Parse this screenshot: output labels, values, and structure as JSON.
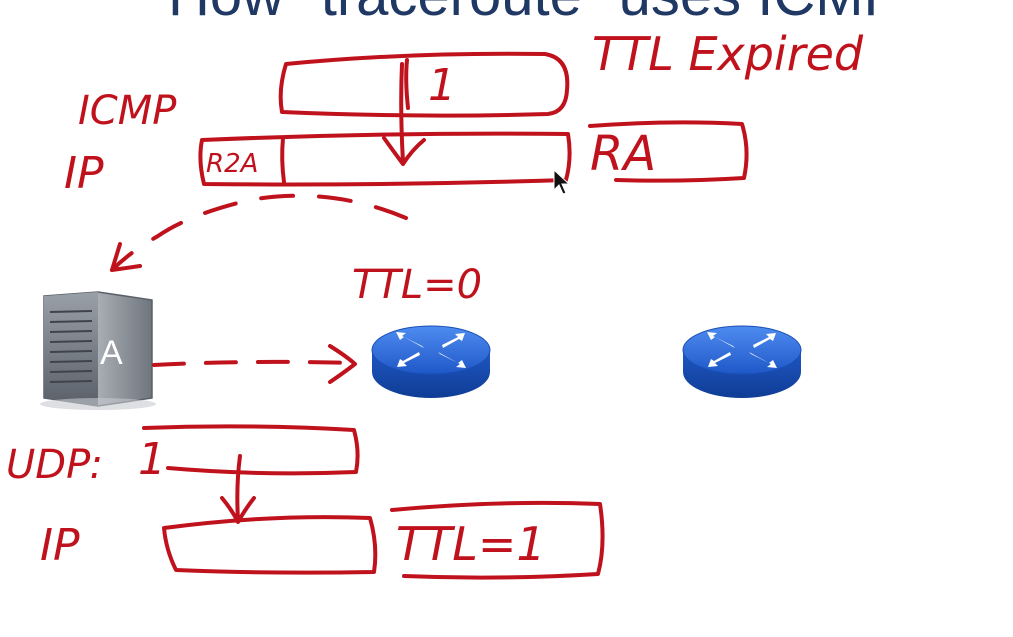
{
  "slide": {
    "title": "How \"traceroute\" uses ICMP"
  },
  "colors": {
    "ink": "#c0121c",
    "title": "#1f3864",
    "router_blue": "#2f6fe0",
    "server_gray": "#7a7f87"
  },
  "annotations": {
    "icmp": "ICMP",
    "ip_top": "IP",
    "payload_one": "1",
    "ttl_expired": "TTL Expired",
    "ip_header_scribble": "R2A",
    "ip_dest": "RA",
    "ttl_zero": "TTL=0",
    "udp": "UDP:",
    "udp_value": "1",
    "ip_bottom": "IP",
    "ttl_one": "TTL=1"
  },
  "nodes": {
    "host_label": "A",
    "host_icon": "server-icon",
    "router_icon": "router-icon"
  }
}
